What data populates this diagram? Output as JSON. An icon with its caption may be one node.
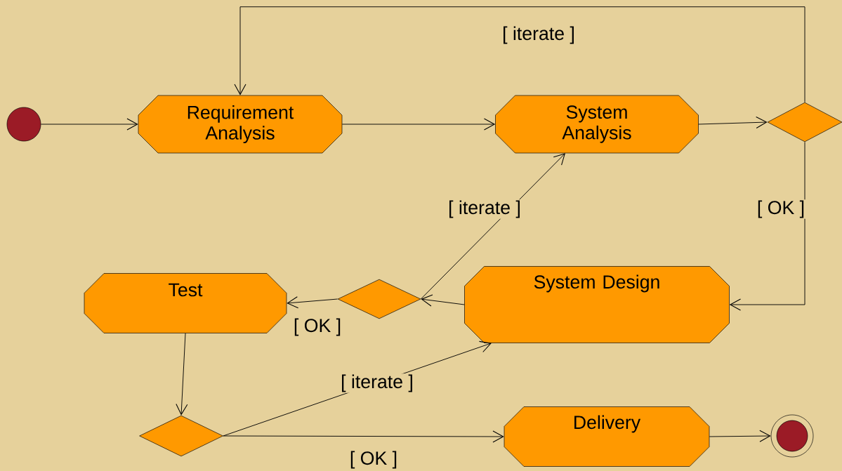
{
  "diagram": {
    "nodes": [
      {
        "text": [],
        "shape": "circle"
      },
      {
        "text": [
          "Requirement Analysis"
        ]
      },
      {
        "text": [
          "System Analysis"
        ]
      },
      {
        "text": [],
        "shape": "diamond"
      },
      {
        "text": [
          "System Design"
        ]
      },
      {
        "text": [],
        "shape": "diamond"
      },
      {
        "text": [
          "Test"
        ]
      },
      {
        "text": [],
        "shape": "diamond"
      },
      {
        "text": [
          "Delivery"
        ]
      },
      {
        "text": [],
        "shape": "circle"
      }
    ],
    "edges": [
      {
        "from": 0,
        "to": 1,
        "arrow": "to"
      },
      {
        "from": 1,
        "to": 2,
        "arrow": "to"
      },
      {
        "from": 2,
        "to": 3,
        "arrow": "to"
      },
      {
        "from": 3,
        "to": 1,
        "arrow": "to",
        "label": "[ iterate ]"
      },
      {
        "from": 3,
        "to": 4,
        "arrow": "to",
        "label": "[ OK ]"
      },
      {
        "from": 4,
        "to": 5,
        "arrow": "to"
      },
      {
        "from": 5,
        "to": 2,
        "arrow": "to",
        "label": "[ iterate ]"
      },
      {
        "from": 5,
        "to": 6,
        "arrow": "to",
        "label": "[ OK ]"
      },
      {
        "from": 6,
        "to": 7,
        "arrow": "to"
      },
      {
        "from": 7,
        "to": 4,
        "arrow": "to",
        "label": "[ iterate ]"
      },
      {
        "from": 7,
        "to": 8,
        "arrow": "to",
        "label": "[ OK ]"
      },
      {
        "from": 8,
        "to": 9,
        "arrow": "to"
      }
    ]
  }
}
